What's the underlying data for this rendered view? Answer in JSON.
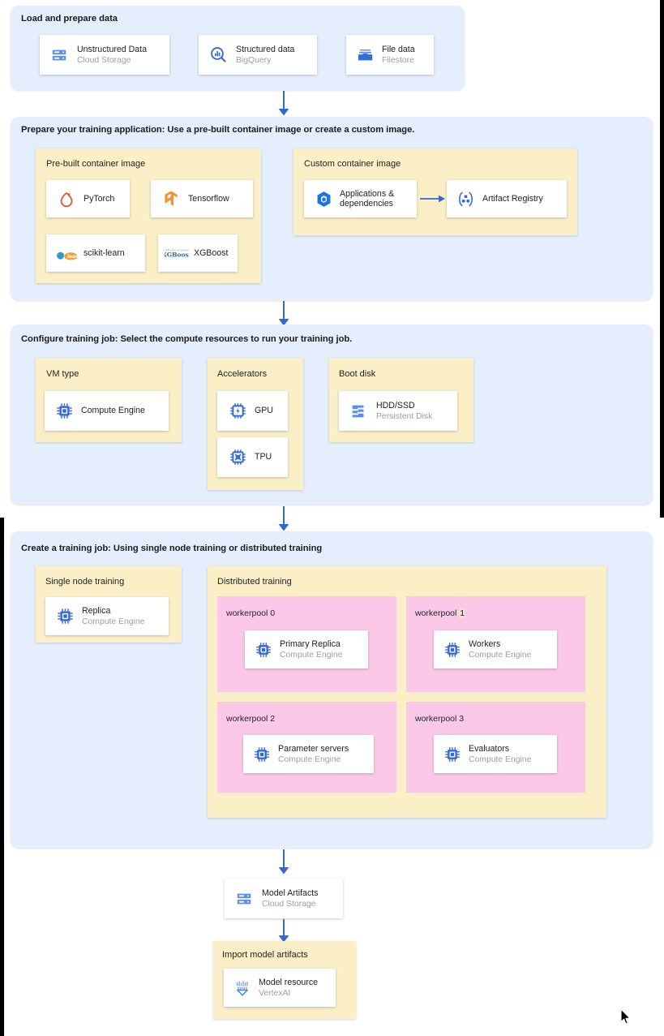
{
  "page": {
    "title": "Vertex AI custom training workflow diagram",
    "accent_blue": "#3367d6",
    "stage_bg": "#e5eefc",
    "group_bg": "#faefc7",
    "pool_bg": "#fbc8e8",
    "card_bg": "#ffffff",
    "muted_text": "#9aa0a6"
  },
  "stages": [
    {
      "id": "load",
      "title": "Load and prepare data"
    },
    {
      "id": "prepare",
      "title": "Prepare your training application: Use a pre-built container image or create a custom image."
    },
    {
      "id": "configure",
      "title": "Configure training job: Select the compute resources to run your training job."
    },
    {
      "id": "create",
      "title": "Create a training job: Using single node training or distributed training"
    }
  ],
  "load_stage": {
    "cards": [
      {
        "name": "unstructured-data",
        "title": "Unstructured Data",
        "subtitle": "Cloud Storage",
        "icon": "cloud-storage-icon"
      },
      {
        "name": "structured-data",
        "title": "Structured data",
        "subtitle": "BigQuery",
        "icon": "bigquery-icon"
      },
      {
        "name": "file-data",
        "title": "File data",
        "subtitle": "Filestore",
        "icon": "filestore-icon"
      }
    ]
  },
  "prepare_stage": {
    "groups": [
      {
        "name": "pre-built-container-image",
        "title": "Pre-built container image",
        "cards": [
          {
            "name": "pytorch",
            "title": "PyTorch",
            "icon": "pytorch-icon"
          },
          {
            "name": "tensorflow",
            "title": "Tensorflow",
            "icon": "tensorflow-icon"
          },
          {
            "name": "scikit-learn",
            "title": "scikit-learn",
            "icon": "scikit-learn-icon"
          },
          {
            "name": "xgboost",
            "title": "XGBoost",
            "icon": "xgboost-icon"
          }
        ]
      },
      {
        "name": "custom-container-image",
        "title": "Custom container image",
        "cards": [
          {
            "name": "applications-dependencies",
            "title": "Applications & dependencies",
            "icon": "container-cube-icon"
          },
          {
            "name": "artifact-registry",
            "title": "Artifact Registry",
            "icon": "artifact-registry-icon"
          }
        ]
      }
    ]
  },
  "configure_stage": {
    "groups": [
      {
        "name": "vm-type",
        "title": "VM type",
        "cards": [
          {
            "name": "compute-engine",
            "title": "Compute Engine",
            "icon": "cpu-chip-icon"
          }
        ]
      },
      {
        "name": "accelerators",
        "title": "Accelerators",
        "cards": [
          {
            "name": "gpu",
            "title": "GPU",
            "icon": "gpu-chip-icon"
          },
          {
            "name": "tpu",
            "title": "TPU",
            "icon": "tpu-chip-icon"
          }
        ]
      },
      {
        "name": "boot-disk",
        "title": "Boot disk",
        "cards": [
          {
            "name": "hdd-ssd",
            "title": "HDD/SSD",
            "subtitle": "Persistent Disk",
            "icon": "persistent-disk-icon"
          }
        ]
      }
    ]
  },
  "create_stage": {
    "single_node": {
      "name": "single-node-training",
      "title": "Single node training",
      "card": {
        "name": "replica",
        "title": "Replica",
        "subtitle": "Compute Engine",
        "icon": "cpu-chip-icon"
      }
    },
    "distributed": {
      "name": "distributed-training",
      "title": "Distributed training",
      "pools": [
        {
          "name": "workerpool-0",
          "label": "workerpool 0",
          "label_prefix": "workerpool 0",
          "label_selected": "",
          "card": {
            "name": "primary-replica",
            "title": "Primary Replica",
            "subtitle": "Compute Engine",
            "icon": "cpu-chip-icon"
          }
        },
        {
          "name": "workerpool-1",
          "label": "workerpool 1",
          "label_prefix": "workerpool ",
          "label_selected": "1",
          "card": {
            "name": "workers",
            "title": "Workers",
            "subtitle": "Compute Engine",
            "icon": "cpu-chip-icon"
          }
        },
        {
          "name": "workerpool-2",
          "label": "workerpool 2",
          "label_prefix": "workerpool 2",
          "label_selected": "",
          "card": {
            "name": "parameter-servers",
            "title": "Parameter servers",
            "subtitle": "Compute Engine",
            "icon": "cpu-chip-icon"
          }
        },
        {
          "name": "workerpool-3",
          "label": "workerpool 3",
          "label_prefix": "workerpool 3",
          "label_selected": "",
          "card": {
            "name": "evaluators",
            "title": "Evaluators",
            "subtitle": "Compute Engine",
            "icon": "cpu-chip-icon"
          }
        }
      ]
    }
  },
  "output": {
    "model_artifacts": {
      "name": "model-artifacts",
      "title": "Model Artifacts",
      "subtitle": "Cloud Storage",
      "icon": "cloud-storage-icon"
    },
    "import_group": {
      "name": "import-model-artifacts",
      "title": "Import model artifacts",
      "card": {
        "name": "model-resource",
        "title": "Model resource",
        "subtitle": "VertexAI",
        "icon": "vertexai-model-icon"
      }
    }
  }
}
